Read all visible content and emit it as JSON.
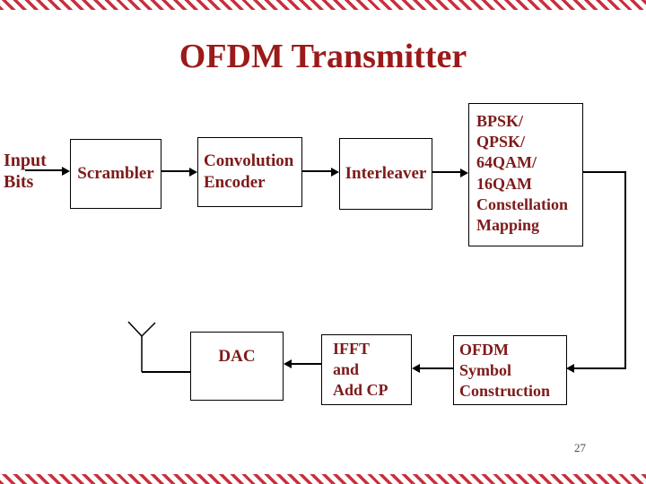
{
  "slide": {
    "title": "OFDM Transmitter",
    "page_number": "27"
  },
  "colors": {
    "title_maroon": "#9b1a1a",
    "label_maroon": "#7e1a1a",
    "stripe_red": "#c9303c",
    "line_black": "#000000",
    "page_num": "#4a4a4a"
  },
  "diagram": {
    "input": {
      "lines": [
        "Input",
        "Bits"
      ]
    },
    "blocks": {
      "scrambler": {
        "label": "Scrambler"
      },
      "encoder": {
        "lines": [
          "Convolution",
          "Encoder"
        ]
      },
      "interleaver": {
        "label": "Interleaver"
      },
      "constellation": {
        "lines": [
          "BPSK/",
          "QPSK/",
          "64QAM/",
          "16QAM",
          "Constellation",
          "Mapping"
        ]
      },
      "dac": {
        "label": "DAC"
      },
      "ifft": {
        "lines": [
          "IFFT",
          "and",
          "Add CP"
        ]
      },
      "ofdm_symbol": {
        "lines": [
          "OFDM",
          "Symbol",
          "Construction"
        ]
      }
    },
    "icons": {
      "antenna": "antenna-icon"
    }
  }
}
